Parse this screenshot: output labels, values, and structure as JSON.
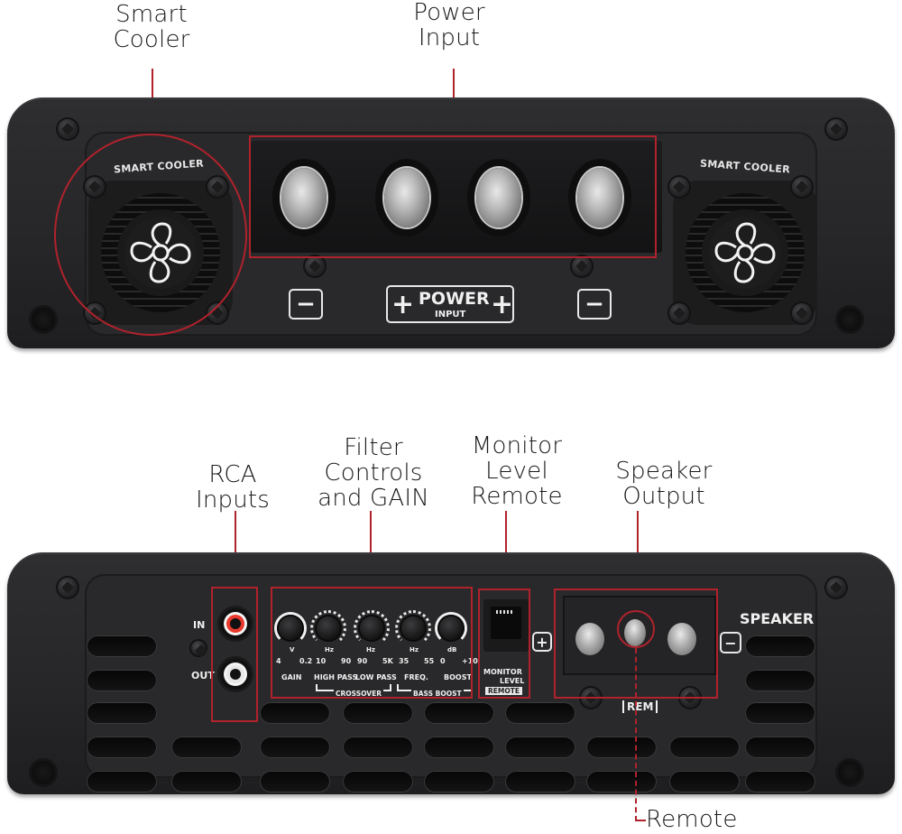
{
  "top_view": {
    "callouts": [
      {
        "id": "smart-cooler",
        "lines": [
          "Smart",
          "Cooler"
        ]
      },
      {
        "id": "power-input",
        "lines": [
          "Power",
          "Input"
        ]
      }
    ],
    "fan_labels": [
      "SMART COOLER",
      "SMART COOLER"
    ],
    "power_panel": {
      "left_sign": "−",
      "right_sign": "−",
      "label_main": "POWER",
      "label_sub": "INPUT",
      "plus_glyph": "+"
    },
    "terminal_count": 4
  },
  "bottom_view": {
    "callouts": [
      {
        "id": "rca-inputs",
        "lines": [
          "RCA",
          "Inputs"
        ]
      },
      {
        "id": "filter-controls",
        "lines": [
          "Filter",
          "Controls",
          "and GAIN"
        ]
      },
      {
        "id": "monitor-level-remote",
        "lines": [
          "Monitor",
          "Level",
          "Remote"
        ]
      },
      {
        "id": "speaker-output",
        "lines": [
          "Speaker",
          "Output"
        ]
      },
      {
        "id": "remote",
        "lines": [
          "Remote"
        ]
      }
    ],
    "rca": {
      "in_label": "IN",
      "out_label": "OUT"
    },
    "controls": [
      {
        "name": "GAIN",
        "unit": "V",
        "min": "4",
        "max": "0.2"
      },
      {
        "name": "HIGH PASS",
        "unit": "Hz",
        "min": "10",
        "max": "90"
      },
      {
        "name": "LOW PASS",
        "unit": "Hz",
        "min": "90",
        "max": "5K"
      },
      {
        "name": "FREQ.",
        "unit": "Hz",
        "min": "35",
        "max": "55"
      },
      {
        "name": "BOOST",
        "unit": "dB",
        "min": "0",
        "max": "+10"
      }
    ],
    "group_labels": {
      "crossover": "CROSSOVER",
      "bass_boost": "BASS BOOST"
    },
    "monitor": {
      "line1": "MONITOR",
      "line2": "LEVEL",
      "line3": "REMOTE"
    },
    "speaker": {
      "label": "SPEAKER",
      "plus": "+",
      "minus": "−",
      "rem_label": "REM"
    }
  },
  "colors": {
    "accent_red": "#b0222c",
    "chassis": "#2a2a2c",
    "label_white": "#f0f0f0",
    "rca_red": "#e8392c"
  }
}
